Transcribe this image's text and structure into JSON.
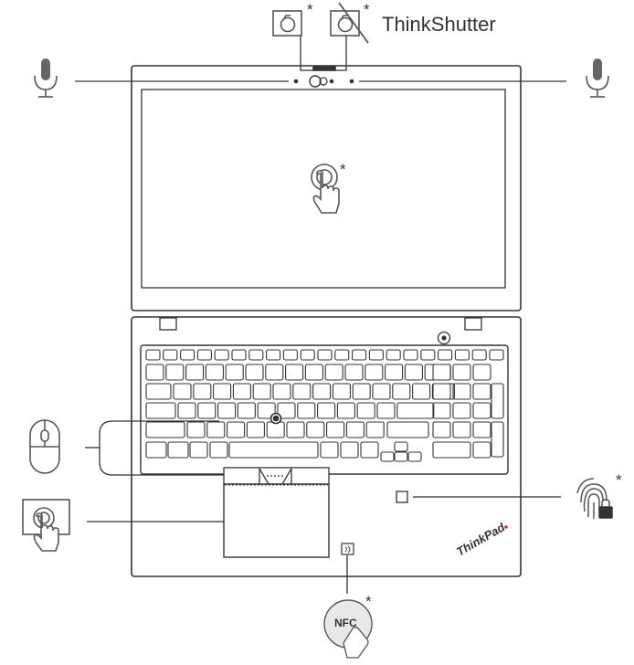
{
  "labels": {
    "thinkshutter": "ThinkShutter",
    "brand": "ThinkPad",
    "nfc": "NFC",
    "optional_mark": "*"
  },
  "icons": [
    "camera-icon",
    "camera-shutter-closed-icon",
    "microphone-icon",
    "touchscreen-icon",
    "trackpoint-mouse-icon",
    "touchpad-icon",
    "fingerprint-reader-icon",
    "nfc-icon",
    "power-button-icon"
  ],
  "colors": {
    "line": "#333333",
    "icon_border": "#555555",
    "nfc_fill": "#e8e8e8"
  }
}
